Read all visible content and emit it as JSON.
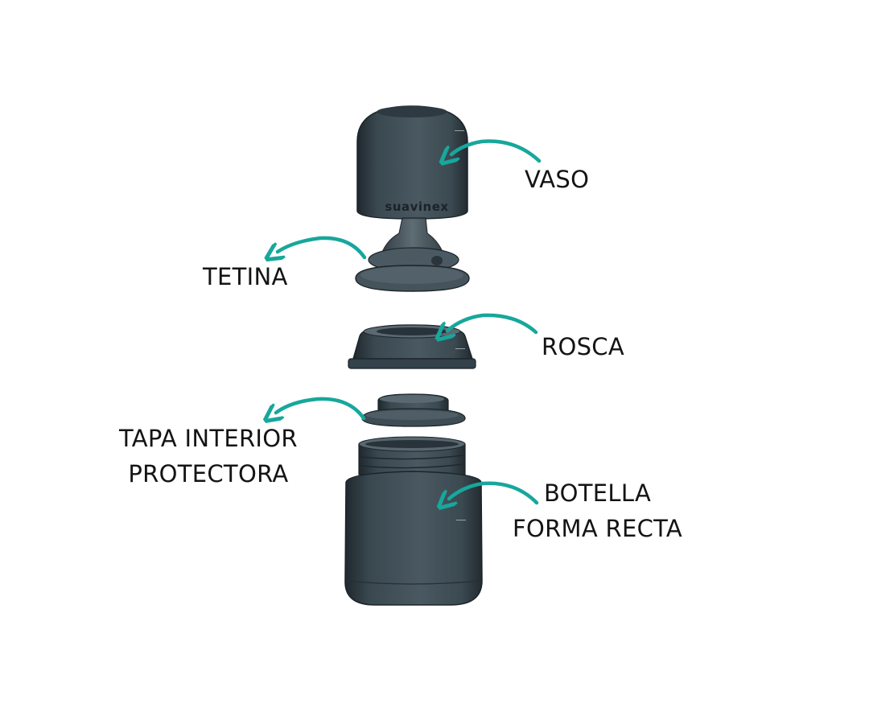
{
  "brand_mark": "suavinex",
  "accent_color": "#17a79c",
  "part_color": "#3c4a52",
  "parts": [
    {
      "id": "vaso",
      "lines": [
        "VASO"
      ]
    },
    {
      "id": "tetina",
      "lines": [
        "TETINA"
      ]
    },
    {
      "id": "rosca",
      "lines": [
        "ROSCA"
      ]
    },
    {
      "id": "tapa",
      "lines": [
        "TAPA INTERIOR",
        "PROTECTORA"
      ]
    },
    {
      "id": "botella",
      "lines": [
        "BOTELLA",
        "FORMA RECTA"
      ]
    }
  ]
}
